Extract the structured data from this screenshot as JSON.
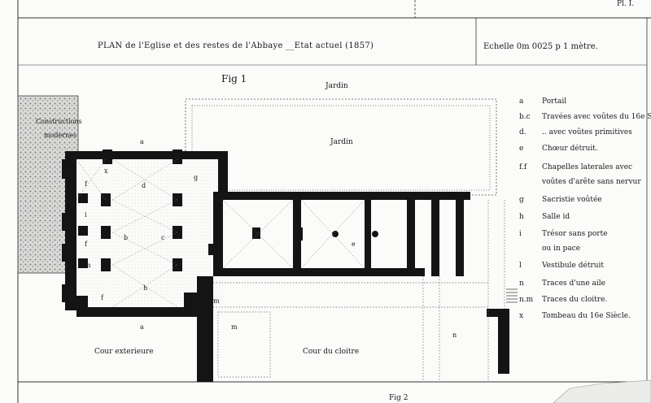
{
  "header": {
    "plate_ref": "Pl. I.",
    "title": "PLAN de l'Eglise et des restes de l'Abbaye __Etat actuel (1857)",
    "scale": "Echelle  0m 0025 p 1 mètre."
  },
  "figure": {
    "fig1_label": "Fig 1",
    "fig2_label": "Fig 2"
  },
  "plan_labels": {
    "jardin_top": "Jardin",
    "jardin_inner": "Jardin",
    "constructions": "Constructions",
    "modernes": "modernes",
    "cour_exterieure": "Cour exterieure",
    "cour_cloitre": "Cour  du  cloitre",
    "a1": "a",
    "a2": "a",
    "b": "b",
    "c": "c",
    "d": "d",
    "e": "e",
    "f1": "f",
    "f2": "f",
    "f3": "f",
    "g": "g",
    "h": "h",
    "i": "i",
    "x": "x",
    "m1": "m",
    "m2": "m",
    "m3": "m",
    "n": "n"
  },
  "legend": [
    {
      "key": "a",
      "text": "Portail"
    },
    {
      "key": "b.c",
      "text": "Travées avec voûtes du 16e S."
    },
    {
      "key": "d.",
      "text": "    ..  avec voûtes primitives"
    },
    {
      "key": "e",
      "text": "Chœur détruit."
    },
    {
      "key": "f.f",
      "text": "Chapelles laterales avec"
    },
    {
      "key": "",
      "text": " voûtes d'arête sans nervur"
    },
    {
      "key": "g",
      "text": "Sacristie voûtée"
    },
    {
      "key": "h",
      "text": "Salle        id"
    },
    {
      "key": "i",
      "text": "Trésor sans porte"
    },
    {
      "key": "",
      "text": "   ou in pace"
    },
    {
      "key": "l",
      "text": "Vestibule détruit"
    },
    {
      "key": "n",
      "text": "Traces d'une aile"
    },
    {
      "key": "n.m",
      "text": "Traces du cloitre."
    },
    {
      "key": "x",
      "text": "Tombeau du 16e Siècle."
    }
  ]
}
